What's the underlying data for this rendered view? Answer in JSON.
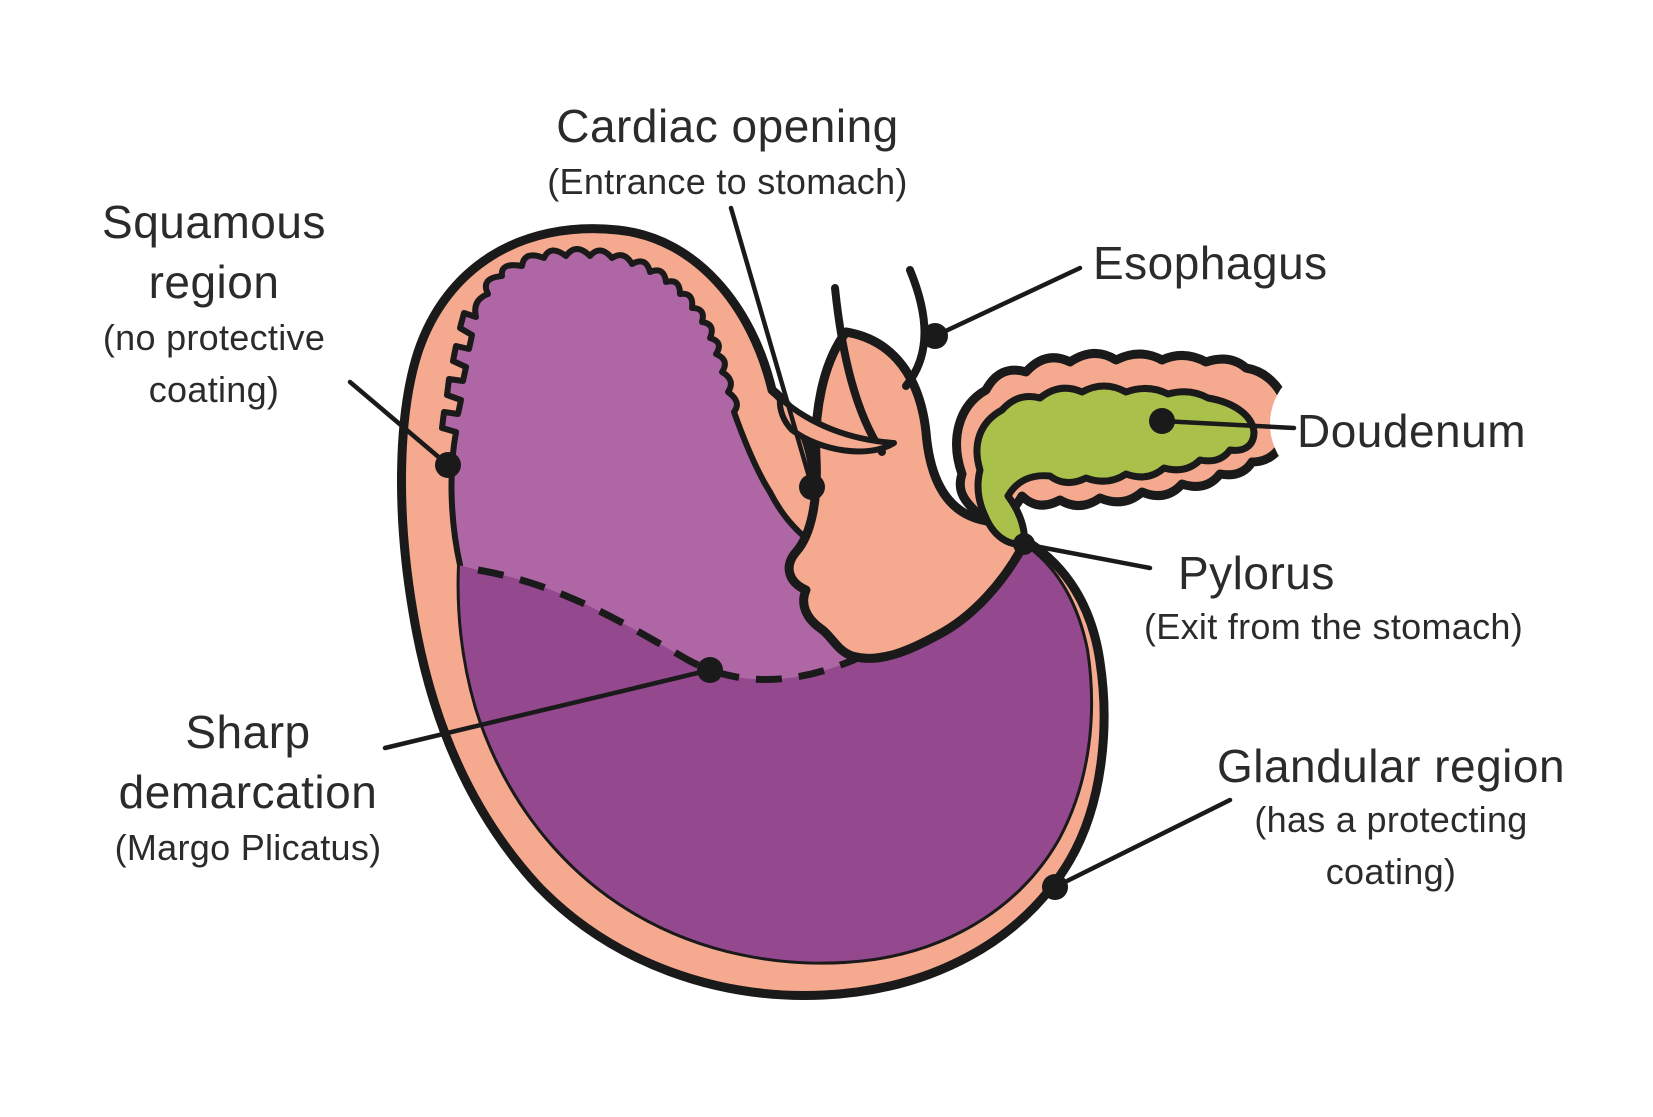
{
  "diagram": {
    "title_context": "Stomach regions diagram",
    "colors": {
      "background": "#ffffff",
      "outline": "#1a1a1a",
      "wall_pink": "#f5a98f",
      "squamous_purple": "#ae67a4",
      "glandular_purple": "#94498f",
      "duodenum_green": "#a9c14a",
      "text": "#2b2b2e"
    },
    "labels": {
      "cardiac": {
        "title": "Cardiac opening",
        "subtitle": "(Entrance to stomach)"
      },
      "squamous": {
        "title_line1": "Squamous",
        "title_line2": "region",
        "subtitle_line1": "(no protective",
        "subtitle_line2": "coating)"
      },
      "esophagus": {
        "title": "Esophagus"
      },
      "duodenum": {
        "title": "Doudenum"
      },
      "pylorus": {
        "title": "Pylorus",
        "subtitle": "(Exit from the stomach)"
      },
      "sharp_demarcation": {
        "title_line1": "Sharp",
        "title_line2": "demarcation",
        "subtitle": "(Margo Plicatus)"
      },
      "glandular": {
        "title": "Glandular region",
        "subtitle_line1": "(has a protecting",
        "subtitle_line2": "coating)"
      }
    }
  }
}
